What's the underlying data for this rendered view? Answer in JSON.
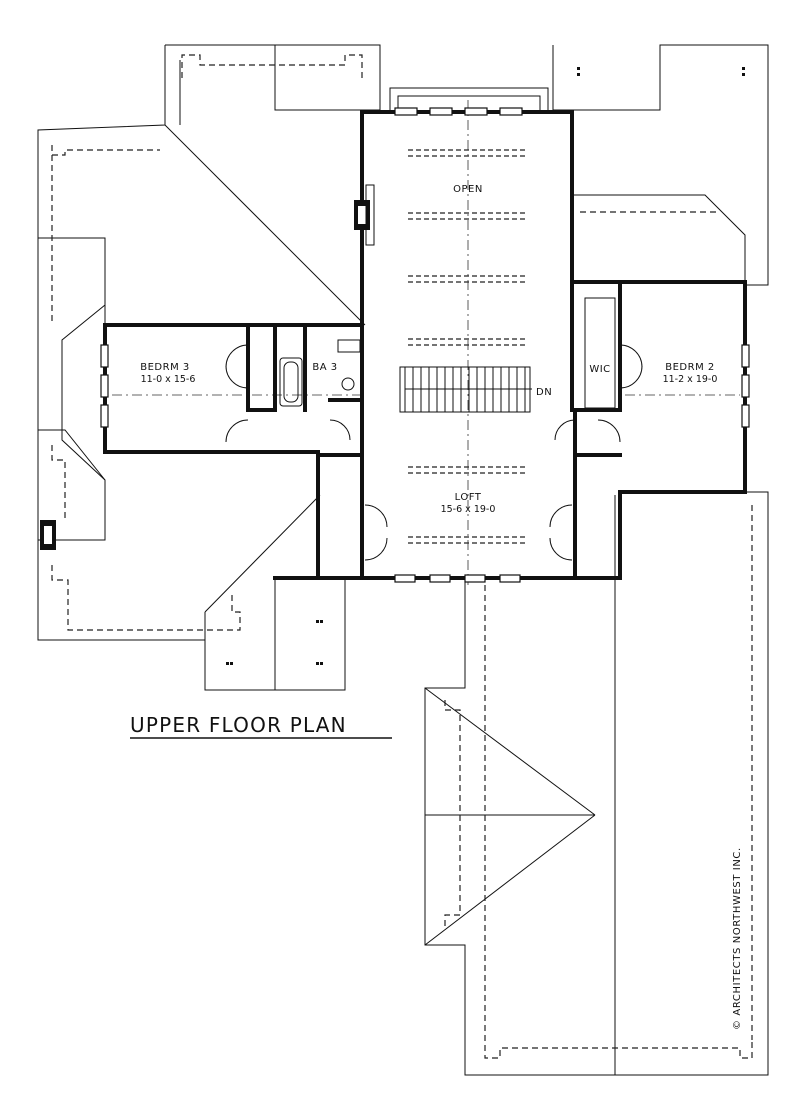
{
  "plan_title": "UPPER FLOOR PLAN",
  "copyright": "© ARCHITECTS NORTHWEST INC.",
  "rooms": {
    "open": {
      "name": "OPEN"
    },
    "bedrm3": {
      "name": "BEDRM 3",
      "dims": "11-0 x 15-6"
    },
    "ba3": {
      "name": "BA 3"
    },
    "wic": {
      "name": "WIC"
    },
    "bedrm2": {
      "name": "BEDRM 2",
      "dims": "11-2 x 19-0"
    },
    "loft": {
      "name": "LOFT",
      "dims": "15-6 x 19-0"
    }
  },
  "stair_label": "DN"
}
